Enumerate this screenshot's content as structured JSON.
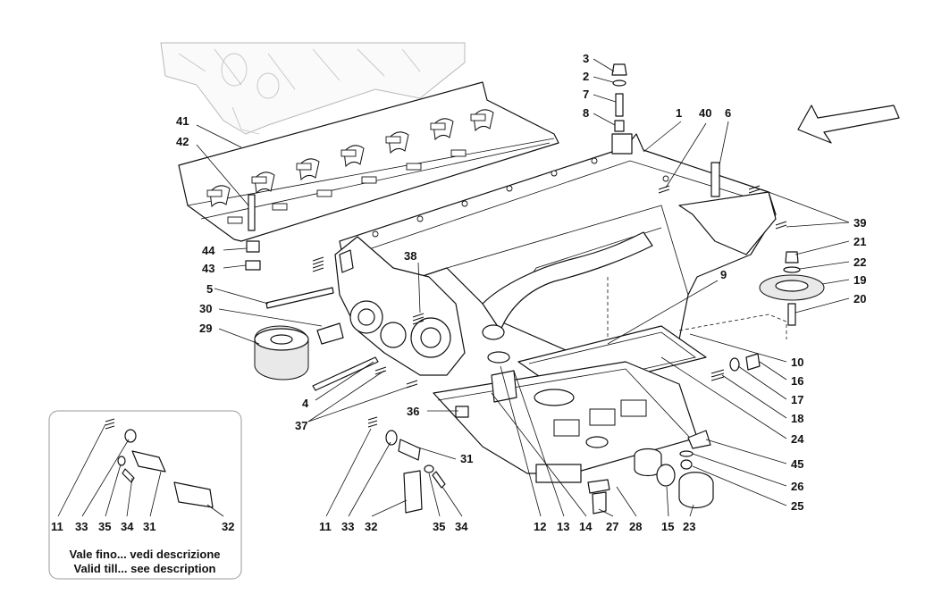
{
  "diagram": {
    "caption_line1": "Vale fino... vedi descrizione",
    "caption_line2": "Valid till... see description",
    "callouts": [
      {
        "id": "c3",
        "label": "3"
      },
      {
        "id": "c2",
        "label": "2"
      },
      {
        "id": "c7",
        "label": "7"
      },
      {
        "id": "c8",
        "label": "8"
      },
      {
        "id": "c1",
        "label": "1"
      },
      {
        "id": "c40",
        "label": "40"
      },
      {
        "id": "c6",
        "label": "6"
      },
      {
        "id": "c41",
        "label": "41"
      },
      {
        "id": "c42",
        "label": "42"
      },
      {
        "id": "c39",
        "label": "39"
      },
      {
        "id": "c21",
        "label": "21"
      },
      {
        "id": "c22",
        "label": "22"
      },
      {
        "id": "c19",
        "label": "19"
      },
      {
        "id": "c20",
        "label": "20"
      },
      {
        "id": "c44",
        "label": "44"
      },
      {
        "id": "c43",
        "label": "43"
      },
      {
        "id": "c38",
        "label": "38"
      },
      {
        "id": "c9",
        "label": "9"
      },
      {
        "id": "c5",
        "label": "5"
      },
      {
        "id": "c30",
        "label": "30"
      },
      {
        "id": "c29",
        "label": "29"
      },
      {
        "id": "c10",
        "label": "10"
      },
      {
        "id": "c16",
        "label": "16"
      },
      {
        "id": "c17",
        "label": "17"
      },
      {
        "id": "c18",
        "label": "18"
      },
      {
        "id": "c4",
        "label": "4"
      },
      {
        "id": "c24",
        "label": "24"
      },
      {
        "id": "c36",
        "label": "36"
      },
      {
        "id": "c37",
        "label": "37"
      },
      {
        "id": "c45",
        "label": "45"
      },
      {
        "id": "c31",
        "label": "31"
      },
      {
        "id": "c26",
        "label": "26"
      },
      {
        "id": "c25",
        "label": "25"
      },
      {
        "id": "ci11",
        "label": "11"
      },
      {
        "id": "ci33",
        "label": "33"
      },
      {
        "id": "ci35",
        "label": "35"
      },
      {
        "id": "ci34",
        "label": "34"
      },
      {
        "id": "ci31",
        "label": "31"
      },
      {
        "id": "ci32",
        "label": "32"
      },
      {
        "id": "c11",
        "label": "11"
      },
      {
        "id": "c33",
        "label": "33"
      },
      {
        "id": "c32",
        "label": "32"
      },
      {
        "id": "c35",
        "label": "35"
      },
      {
        "id": "c34",
        "label": "34"
      },
      {
        "id": "c12",
        "label": "12"
      },
      {
        "id": "c13",
        "label": "13"
      },
      {
        "id": "c14",
        "label": "14"
      },
      {
        "id": "c27",
        "label": "27"
      },
      {
        "id": "c28",
        "label": "28"
      },
      {
        "id": "c15",
        "label": "15"
      },
      {
        "id": "c23",
        "label": "23"
      }
    ]
  }
}
